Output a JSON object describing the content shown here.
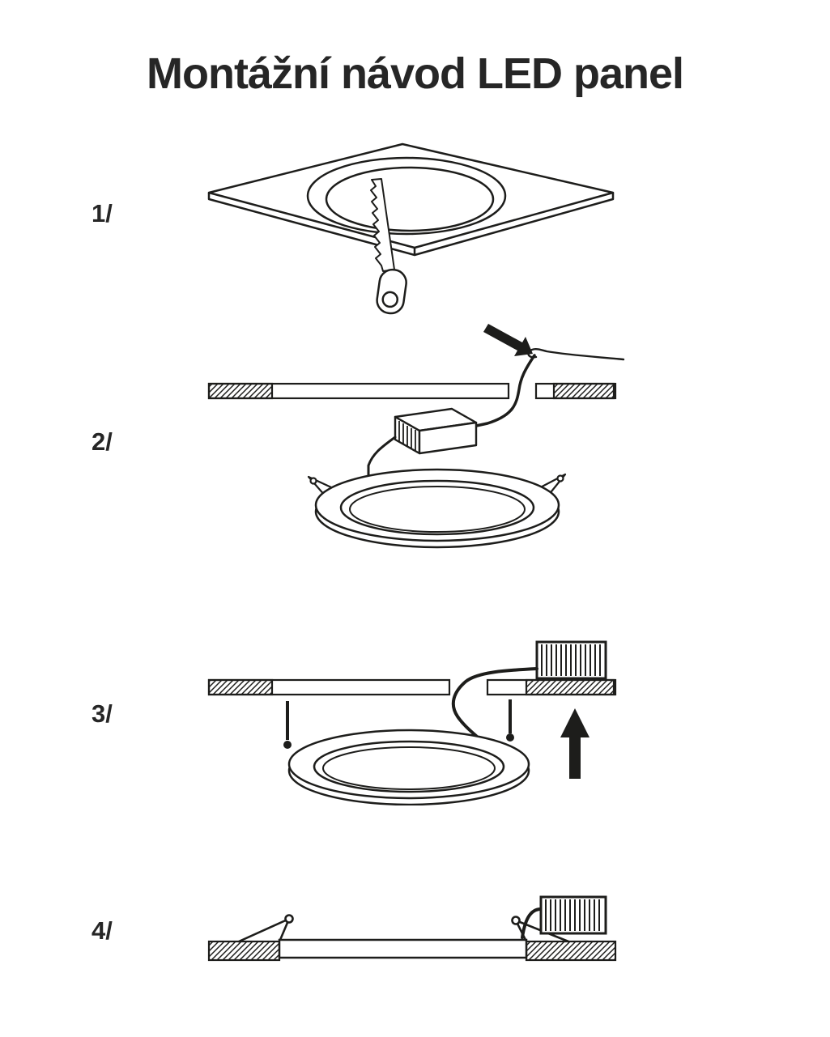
{
  "title": "Montážní návod LED panel",
  "colors": {
    "ink": "#1d1d1b",
    "background": "#ffffff"
  },
  "steps": [
    {
      "label": "1/",
      "figure": "saw-cutting-round-hole-in-ceiling-panel"
    },
    {
      "label": "2/",
      "figure": "cable-pulled-through-hole-to-driver-box-above-led-panel"
    },
    {
      "label": "3/",
      "figure": "panel-with-folded-springs-pushed-up-into-hole"
    },
    {
      "label": "4/",
      "figure": "panel-flush-mounted-springs-resting-on-ceiling"
    }
  ]
}
